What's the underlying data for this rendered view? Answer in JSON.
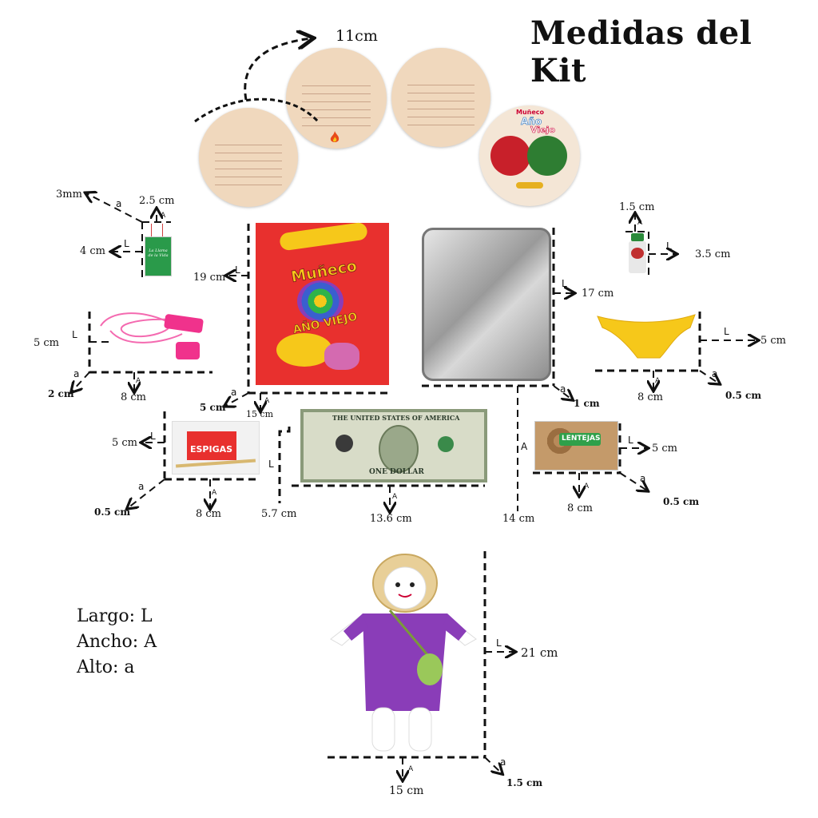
{
  "title": "Medidas del Kit",
  "legend": {
    "largo": "Largo: L",
    "ancho": "Ancho: A",
    "alto": "Alto: a"
  },
  "letters": {
    "L": "L",
    "A": "A",
    "a": "a"
  },
  "labels": {
    "disc": "11cm",
    "tag_a": "3mm",
    "tag_A": "2.5 cm",
    "tag_L": "4 cm",
    "bag_L": "19 cm",
    "bag_a": "5 cm",
    "bag_A": "15 cm",
    "tray_L": "17 cm",
    "tray_a": "1 cm",
    "tray_A": "14 cm",
    "bottle_A": "1.5 cm",
    "bottle_L": "3.5 cm",
    "whistle_L": "5 cm",
    "whistle_a": "2 cm",
    "whistle_A": "8 cm",
    "briefs_L": "5 cm",
    "briefs_A": "8 cm",
    "briefs_a": "0.5 cm",
    "espigas_L": "5 cm",
    "espigas_a": "0.5 cm",
    "espigas_A": "8 cm",
    "bill_L": "5.7  cm",
    "bill_A": "13.6 cm",
    "lentejas_L": "5 cm",
    "lentejas_A": "8 cm",
    "lentejas_a": "0.5 cm",
    "doll_L": "21 cm",
    "doll_A": "15 cm",
    "doll_a": "1.5 cm"
  },
  "product_text": {
    "bag_title_1": "Muñeco",
    "bag_title_2": "AÑO VIEJO",
    "disc_logo_1": "Muñeco",
    "disc_logo_2": "Año",
    "disc_logo_3": "Viejo",
    "tag_text": "La Llama de la Vida",
    "espigas": "ESPIGAS",
    "lentejas": "LENTEJAS",
    "bill_top": "THE UNITED STATES OF AMERICA",
    "bill_bottom": "ONE DOLLAR"
  },
  "colors": {
    "bag_red": "#e8302e",
    "disc_tan": "#f0d8bd",
    "whistle_pink": "#f0328c",
    "briefs_yellow": "#f6c81a",
    "dress_purple": "#8a3db8",
    "hat_straw": "#e8cf98",
    "bill_green": "#9aa88a"
  }
}
